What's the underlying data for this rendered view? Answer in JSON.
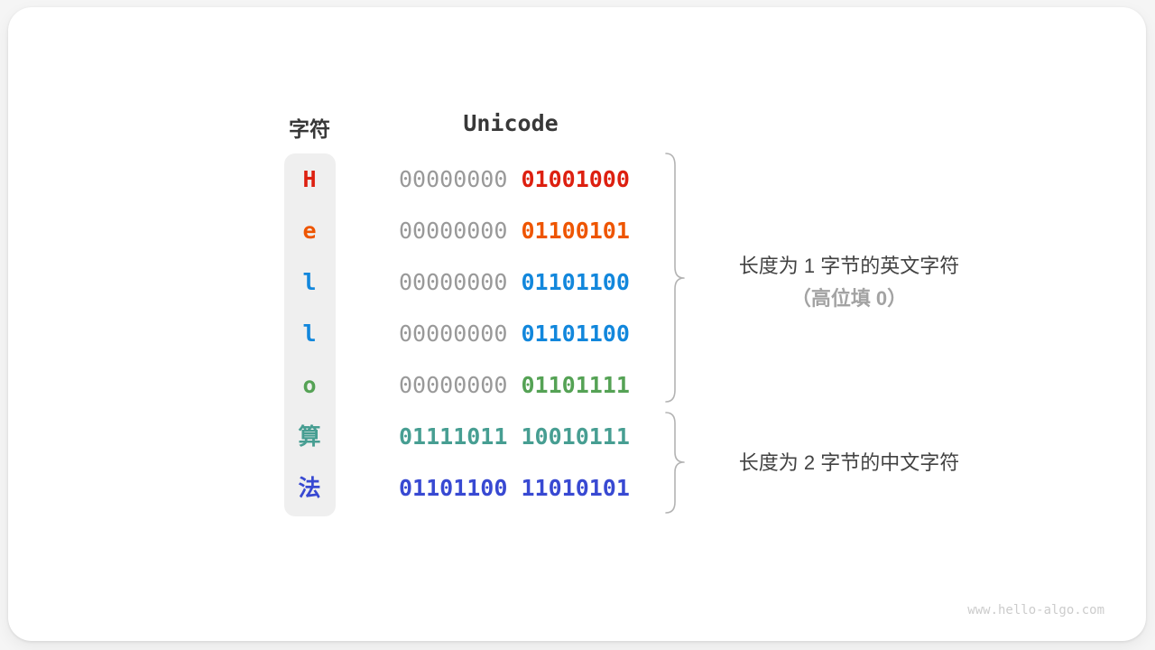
{
  "header": {
    "char_col": "字符",
    "unicode_col": "Unicode"
  },
  "rows": [
    {
      "char": "H",
      "byte1": "00000000",
      "byte2": "01001000",
      "color": "#dd2010",
      "byte1_muted": true
    },
    {
      "char": "e",
      "byte1": "00000000",
      "byte2": "01100101",
      "color": "#ee5500",
      "byte1_muted": true
    },
    {
      "char": "l",
      "byte1": "00000000",
      "byte2": "01101100",
      "color": "#1287dc",
      "byte1_muted": true
    },
    {
      "char": "l",
      "byte1": "00000000",
      "byte2": "01101100",
      "color": "#1287dc",
      "byte1_muted": true
    },
    {
      "char": "o",
      "byte1": "00000000",
      "byte2": "01101111",
      "color": "#55a255",
      "byte1_muted": true
    },
    {
      "char": "算",
      "byte1": "01111011",
      "byte2": "10010111",
      "color": "#479e92",
      "byte1_muted": false
    },
    {
      "char": "法",
      "byte1": "01101100",
      "byte2": "11010101",
      "color": "#3849d2",
      "byte1_muted": false
    }
  ],
  "annotations": {
    "english_group_line1": "长度为 1 字节的英文字符",
    "english_group_line2": "（高位填 0）",
    "chinese_group_line1": "长度为 2 字节的中文字符"
  },
  "colors": {
    "muted_binary": "#999999",
    "header_text": "#383838",
    "annotation_dark": "#424242",
    "annotation_light": "#a3a3a3",
    "brace": "#b3b3b3",
    "char_column_bg": "#efefef",
    "watermark": "#cccccc"
  },
  "watermark": "www.hello-algo.com"
}
